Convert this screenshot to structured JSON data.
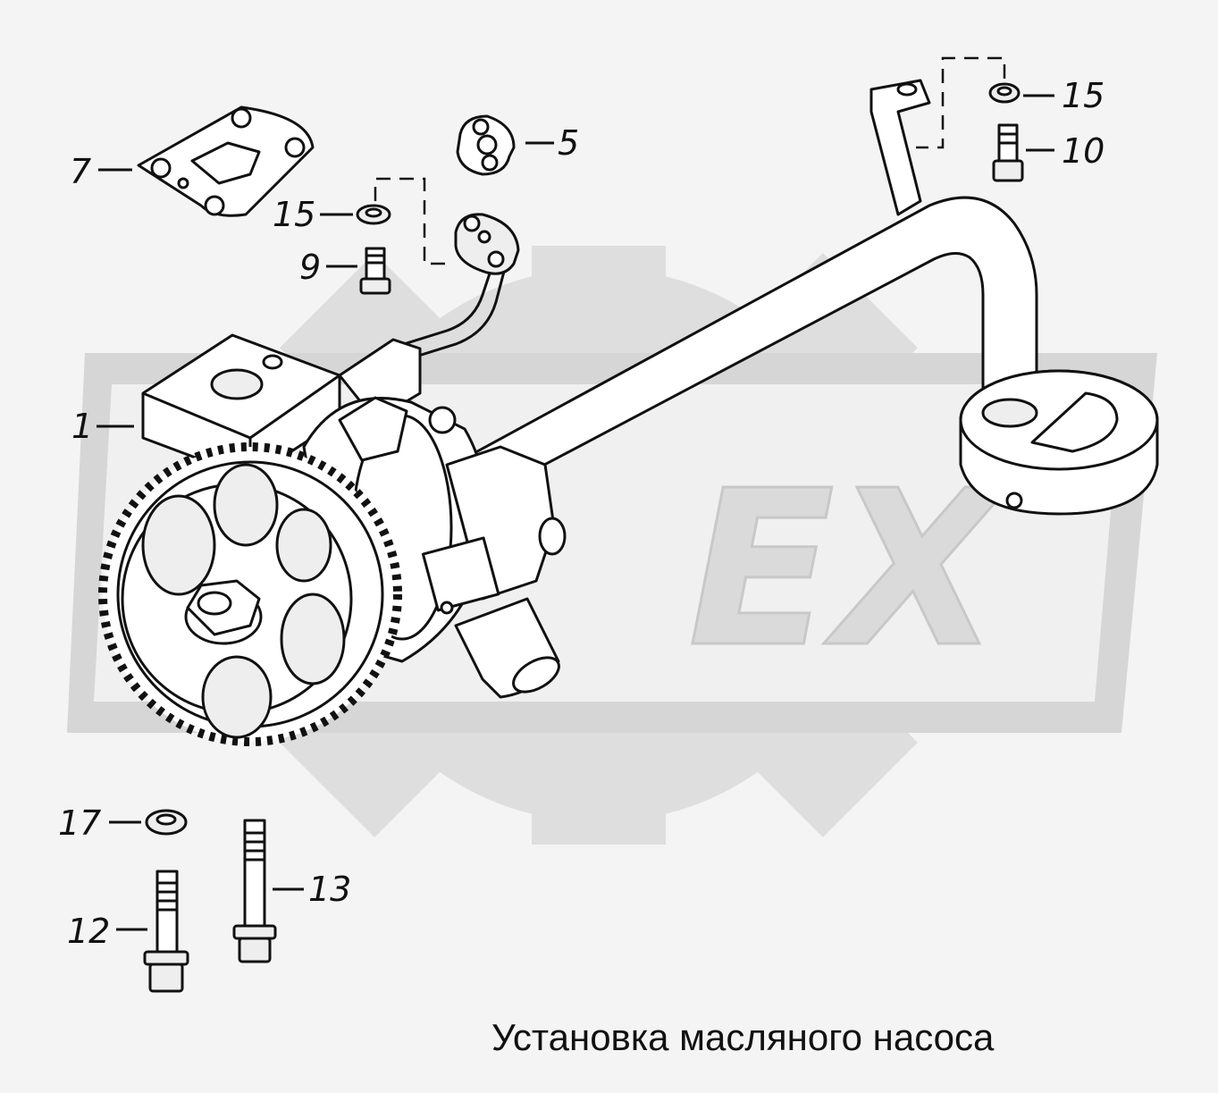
{
  "title": "Установка масляного насоса",
  "watermark": {
    "text": "EX"
  },
  "callouts": [
    {
      "id": "c1",
      "label": "1"
    },
    {
      "id": "c5",
      "label": "5"
    },
    {
      "id": "c7",
      "label": "7"
    },
    {
      "id": "c9",
      "label": "9"
    },
    {
      "id": "c10",
      "label": "10"
    },
    {
      "id": "c12",
      "label": "12"
    },
    {
      "id": "c13",
      "label": "13"
    },
    {
      "id": "c15a",
      "label": "15"
    },
    {
      "id": "c15b",
      "label": "15"
    },
    {
      "id": "c17",
      "label": "17"
    }
  ],
  "colors": {
    "line": "#111111",
    "background": "#f4f4f4",
    "watermark": "#dedede"
  }
}
